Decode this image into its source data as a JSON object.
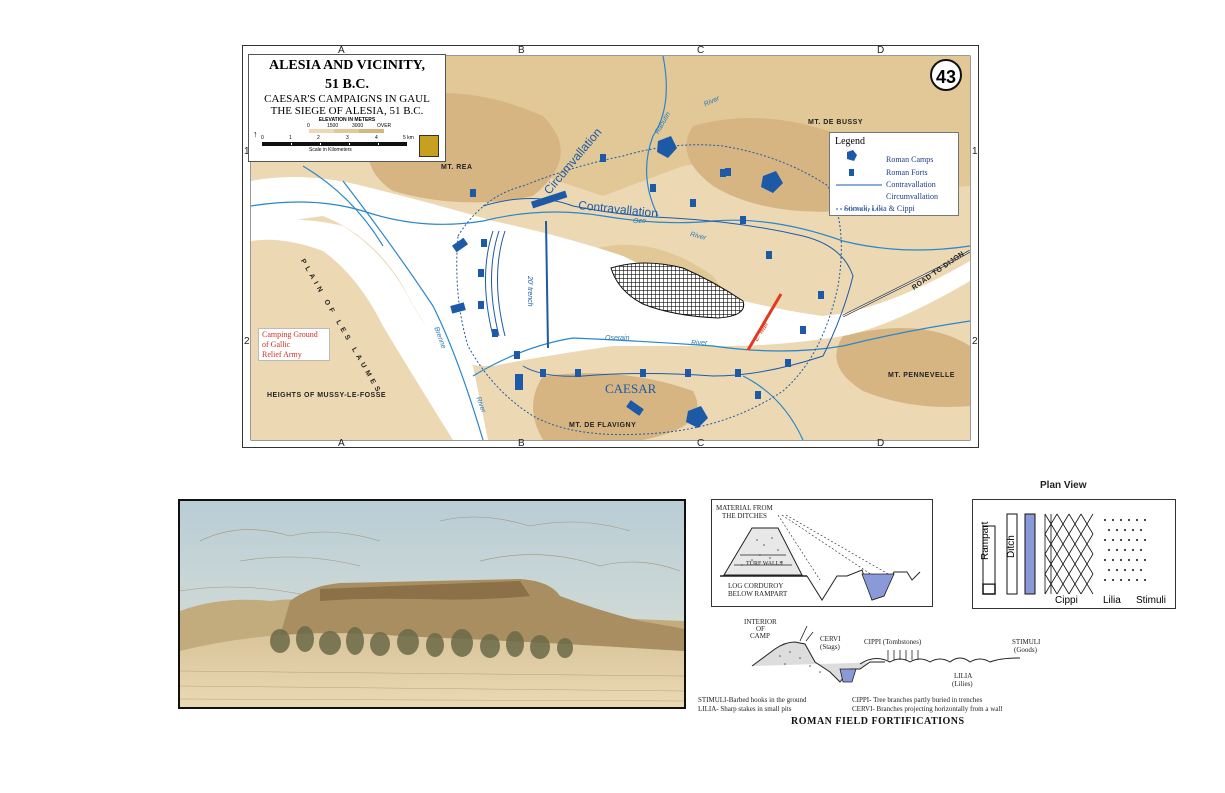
{
  "map": {
    "number": "43",
    "title_line1": "ALESIA AND VICINITY,",
    "title_line2": "51 B.C.",
    "subtitle1": "CAESAR'S CAMPAIGNS IN GAUL",
    "subtitle2": "THE SIEGE OF ALESIA, 51 B.C.",
    "elevation_label": "ELEVATION IN METERS",
    "elevation_ticks": [
      "0",
      "1500",
      "3000",
      "OVER"
    ],
    "scale_ticks": [
      "0",
      "1",
      "2",
      "3",
      "4",
      "5 km"
    ],
    "scale_label": "Scale in Kilometers",
    "grid_letters": [
      "A",
      "B",
      "C",
      "D"
    ],
    "grid_numbers": [
      "1",
      "2"
    ],
    "legend": {
      "title": "Legend",
      "items": [
        "Roman Camps",
        "Roman Forts",
        "Contravallation",
        "Circumvallation",
        "Stimuli, Lilia & Cippi"
      ]
    },
    "labels": {
      "mt_rea": "MT. REA",
      "mt_de_bussy": "MT. DE BUSSY",
      "mt_pennevelle": "MT. PENNEVELLE",
      "mt_de_flavigny": "MT. DE FLAVIGNY",
      "heights": "HEIGHTS OF MUSSY-LE-FOSSE",
      "plain": "PLAIN OF LES LAUMES",
      "road": "ROAD TO DIJON",
      "caesar": "CAESAR",
      "circumvallation": "Circumvallation",
      "contravallation": "Contravallation",
      "trench": "20' trench",
      "e_wall": "E. wall",
      "camping": [
        "Camping Ground",
        "of Gallic",
        "Relief Army"
      ]
    },
    "rivers": {
      "rabutin": "Rabutin",
      "river1": "River",
      "oze": "Oze",
      "river2": "River",
      "oserain": "Oserain",
      "river3": "River",
      "brenne": "Brenne",
      "river4": "River"
    },
    "colors": {
      "water": "#ffffff",
      "river": "#2a86c8",
      "land": "#e9d3a9",
      "high_land": "#d9bb8a",
      "works": "#1c5aa8",
      "gallic_wall": "#e03a20"
    }
  },
  "section": {
    "material_line1": "MATERIAL FROM",
    "material_line2": "THE DITCHES",
    "turf_walls": "TURF WALLS",
    "log_line1": "LOG CORDUROY",
    "log_line2": "BELOW RAMPART"
  },
  "plan_view": {
    "title": "Plan View",
    "rampart": "Rampart",
    "ditch": "Ditch",
    "cippi": "Cippi",
    "lilia": "Lilia",
    "stimuli": "Stimuli"
  },
  "profile": {
    "interior1": "INTERIOR",
    "interior2": "OF",
    "interior3": "CAMP",
    "cervi1": "CERVI",
    "cervi2": "(Stags)",
    "cippi": "CIPPI (Tombstones)",
    "stimuli1": "STIMULI",
    "stimuli2": "(Goods)",
    "lilia1": "LILIA",
    "lilia2": "(Lilies)",
    "note1": "STIMULI-Barbed hooks in the ground",
    "note2": "LILIA- Sharp stakes in small pits",
    "note3": "CIPPI- Tree branches partly buried in trenches",
    "note4": "CERVI- Branches projecting horizontally from a wall",
    "title": "ROMAN FIELD FORTIFICATIONS"
  }
}
